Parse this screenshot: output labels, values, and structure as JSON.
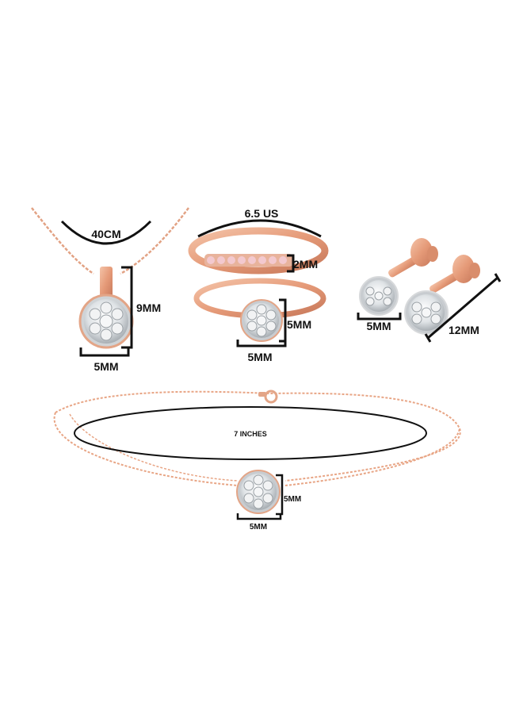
{
  "labels": {
    "necklace_length": "40CM",
    "necklace_height": "9MM",
    "necklace_width": "5MM",
    "ring_size": "6.5 US",
    "band_width": "2MM",
    "ring_head_height": "5MM",
    "ring_head_width": "5MM",
    "earring_width": "5MM",
    "earring_length": "12MM",
    "bracelet_length": "7 INCHES",
    "bracelet_height": "5MM",
    "bracelet_width": "5MM"
  },
  "colors": {
    "rose_gold": "#e8a585",
    "rose_gold_dark": "#c97a5a",
    "diamond": "#e9ecee",
    "diamond_shadow": "#b9bec2",
    "pink_stone": "#f3c9cf",
    "line": "#111111"
  }
}
